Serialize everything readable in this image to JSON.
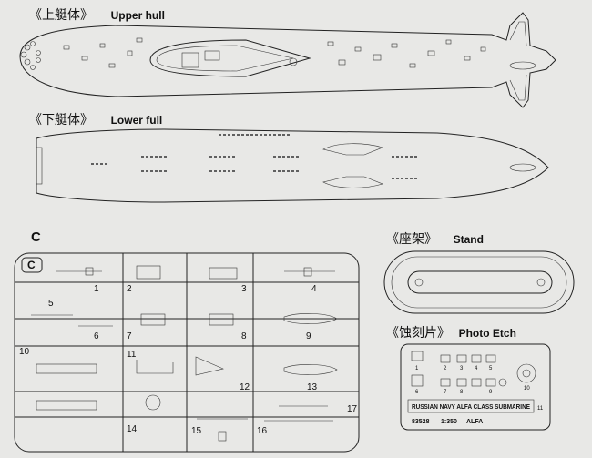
{
  "sections": {
    "upper_hull": {
      "cn": "《上艇体》",
      "en": "Upper hull"
    },
    "lower_hull": {
      "cn": "《下艇体》",
      "en": "Lower full"
    },
    "sprue": {
      "letter": "C",
      "tag": "C"
    },
    "stand": {
      "cn": "《座架》",
      "en": "Stand"
    },
    "photo_etch": {
      "cn": "《蚀刻片》",
      "en": "Photo Etch"
    }
  },
  "sprue_parts": [
    "1",
    "2",
    "3",
    "4",
    "5",
    "6",
    "7",
    "8",
    "9",
    "10",
    "11",
    "12",
    "13",
    "14",
    "15",
    "16",
    "17"
  ],
  "photo_etch": {
    "part_numbers": [
      "1",
      "2",
      "3",
      "4",
      "5",
      "6",
      "7",
      "8",
      "9",
      "10",
      "11"
    ],
    "plate_text": "RUSSIAN NAVY ALFA CLASS SUBMARINE",
    "code": "83528",
    "scale": "1:350",
    "model": "ALFA"
  }
}
